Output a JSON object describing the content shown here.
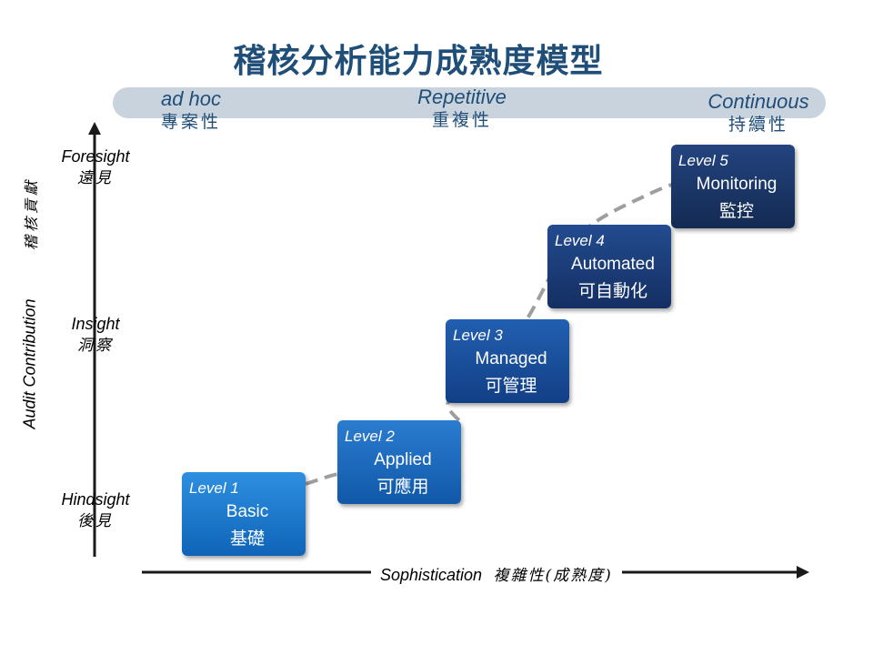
{
  "title": "稽核分析能力成熟度模型",
  "band": {
    "adhoc": {
      "en": "ad hoc",
      "zh": "專案性"
    },
    "repetitive": {
      "en": "Repetitive",
      "zh": "重複性"
    },
    "continuous": {
      "en": "Continuous",
      "zh": "持續性"
    }
  },
  "y_axis": {
    "title": "Audit Contribution",
    "title_zh": "稽核貢獻",
    "levels": [
      {
        "en": "Foresight",
        "zh": "遠見"
      },
      {
        "en": "Insight",
        "zh": "洞察"
      },
      {
        "en": "Hindsight",
        "zh": "後見"
      }
    ]
  },
  "x_axis": {
    "title": "Sophistication",
    "title_zh": "複雜性(成熟度)"
  },
  "levels": [
    {
      "level": "Level 1",
      "name": "Basic",
      "zh": "基礎"
    },
    {
      "level": "Level 2",
      "name": "Applied",
      "zh": "可應用"
    },
    {
      "level": "Level 3",
      "name": "Managed",
      "zh": "可管理"
    },
    {
      "level": "Level 4",
      "name": "Automated",
      "zh": "可自動化"
    },
    {
      "level": "Level 5",
      "name": "Monitoring",
      "zh": "監控"
    }
  ],
  "colors": {
    "title": "#1f4e79",
    "band": "#c9d3dd",
    "dashed_curve": "#9e9e9e",
    "axis": "#1a1a1a"
  }
}
